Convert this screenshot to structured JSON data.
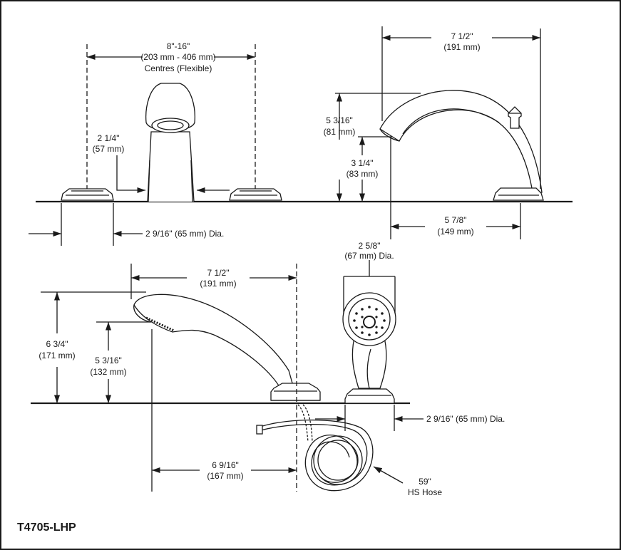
{
  "model": "T4705-LHP",
  "colors": {
    "line": "#1a1a1a",
    "background": "#ffffff"
  },
  "dims": {
    "centres": {
      "imperial": "8\"-16\"",
      "metric": "(203 mm - 406 mm)",
      "note": "Centres (Flexible)"
    },
    "spout_base_height": {
      "imperial": "2 1/4\"",
      "metric": "(57 mm)"
    },
    "spout_reach": {
      "imperial": "7 1/2\"",
      "metric": "(191 mm)"
    },
    "spout_height": {
      "imperial": "5 3/16\"",
      "metric": "(81 mm)"
    },
    "spout_clearance": {
      "imperial": "3 1/4\"",
      "metric": "(83 mm)"
    },
    "spout_offset": {
      "imperial": "5 7/8\"",
      "metric": "(149 mm)"
    },
    "escutcheon_dia_top": {
      "text": "2 9/16\" (65 mm) Dia."
    },
    "handspray_reach": {
      "imperial": "7 1/2\"",
      "metric": "(191 mm)"
    },
    "handspray_height": {
      "imperial": "6 3/4\"",
      "metric": "(171 mm)"
    },
    "handspray_face_height": {
      "imperial": "5 3/16\"",
      "metric": "(132 mm)"
    },
    "handspray_head_dia": {
      "imperial": "2 5/8\"",
      "metric": "(67 mm) Dia."
    },
    "escutcheon_dia_bottom": {
      "text": "2 9/16\" (65 mm) Dia."
    },
    "hose_offset": {
      "imperial": "6 9/16\"",
      "metric": "(167 mm)"
    },
    "hose": {
      "length": "59\"",
      "label": "HS Hose"
    }
  }
}
